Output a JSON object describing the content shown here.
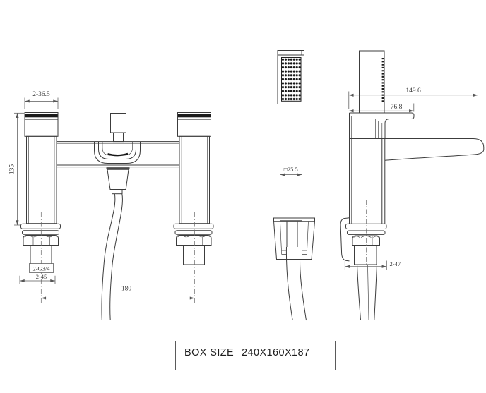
{
  "drawing_type": "bath-shower-mixer-technical-drawing",
  "colors": {
    "background": "#ffffff",
    "line": "#3c3c3c",
    "dimension_line": "#5a5a5a",
    "text": "#3a3a3a",
    "spray_dots": "#151515"
  },
  "views": {
    "front": {
      "label": "front-view-of-deck-mounted-mixer",
      "dimensions": {
        "handle_width": "2-36.5",
        "body_height": "135",
        "thread": "2-G3/4",
        "base_width": "2-45",
        "center_distance": "180"
      }
    },
    "hand_shower": {
      "label": "handset-front-view",
      "dimensions": {
        "face_square": "□25.5"
      }
    },
    "side": {
      "label": "side-view-with-spout",
      "dimensions": {
        "overall_depth": "149.6",
        "spout_reach": "76.8",
        "base_depth": "2-47"
      }
    }
  },
  "footer": {
    "box_label": "BOX SIZE",
    "box_value": "240X160X187"
  }
}
